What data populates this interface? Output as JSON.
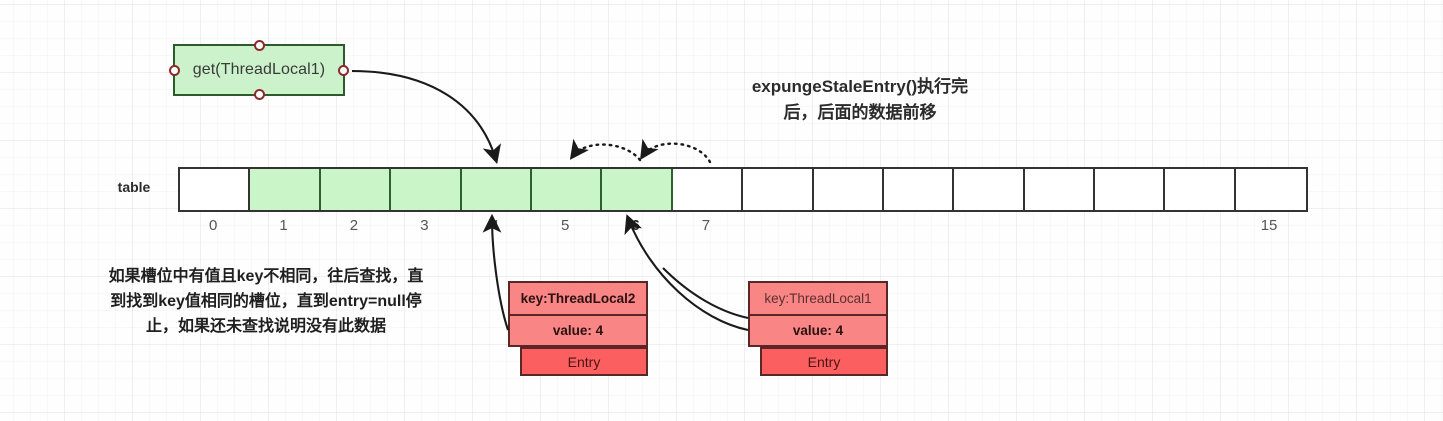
{
  "title": {
    "line1": "expungeStaleEntry()执行完",
    "line2": "后，后面的数据前移"
  },
  "get_node": {
    "label": "get(ThreadLocal1)",
    "fill": "#ccf2cc",
    "border": "#2d5a2d",
    "port_color": "#8c2a2a"
  },
  "table": {
    "label": "table",
    "cell_count": 16,
    "filled_indices": [
      1,
      2,
      3,
      4,
      5,
      6
    ],
    "fill_color": "#c9f5c9",
    "border_color": "#333333",
    "indices": [
      {
        "label": "0",
        "bold": false
      },
      {
        "label": "1",
        "bold": false
      },
      {
        "label": "2",
        "bold": false
      },
      {
        "label": "3",
        "bold": false
      },
      {
        "label": "4",
        "bold": false
      },
      {
        "label": "5",
        "bold": false
      },
      {
        "label": "6",
        "bold": true
      },
      {
        "label": "7",
        "bold": false
      },
      {
        "label": "",
        "bold": false
      },
      {
        "label": "",
        "bold": false
      },
      {
        "label": "",
        "bold": false
      },
      {
        "label": "",
        "bold": false
      },
      {
        "label": "",
        "bold": false
      },
      {
        "label": "",
        "bold": false
      },
      {
        "label": "",
        "bold": false
      },
      {
        "label": "15",
        "bold": false
      }
    ]
  },
  "explanation": {
    "line1": "如果槽位中有值且key不相同，往后查找，直",
    "line2": "到找到key值相同的槽位，直到entry=null停",
    "line3": "止，如果还未查找说明没有此数据"
  },
  "entries": [
    {
      "key": "key:ThreadLocal2",
      "key_bold": true,
      "value": "value: 4",
      "value_bold": true,
      "footer": "Entry",
      "fill": "#fa8585",
      "footer_fill": "#fb5f5f",
      "border": "#5b2626"
    },
    {
      "key": "key:ThreadLocal1",
      "key_bold": false,
      "value": "value: 4",
      "value_bold": true,
      "footer": "Entry",
      "fill": "#fa8585",
      "footer_fill": "#fb5f5f",
      "border": "#5b2626"
    }
  ],
  "arrows": {
    "get_to_slot4": "solid curved arrow from get(ThreadLocal1) node to table slot 4",
    "shift_6_to_5": "dotted curved arrow from slot 6 to slot 5",
    "shift_7_to_6": "dotted curved arrow from slot 7 to slot 6",
    "entry1_to_slot4": "solid arrow from ThreadLocal2 entry up to slot 4",
    "entry2_to_slot6": "solid curved arrow from ThreadLocal1 entry up to slot 6",
    "entry2_link": "solid curved line from slot 6 area down to ThreadLocal1 entry",
    "color": "#1a1a1a"
  }
}
